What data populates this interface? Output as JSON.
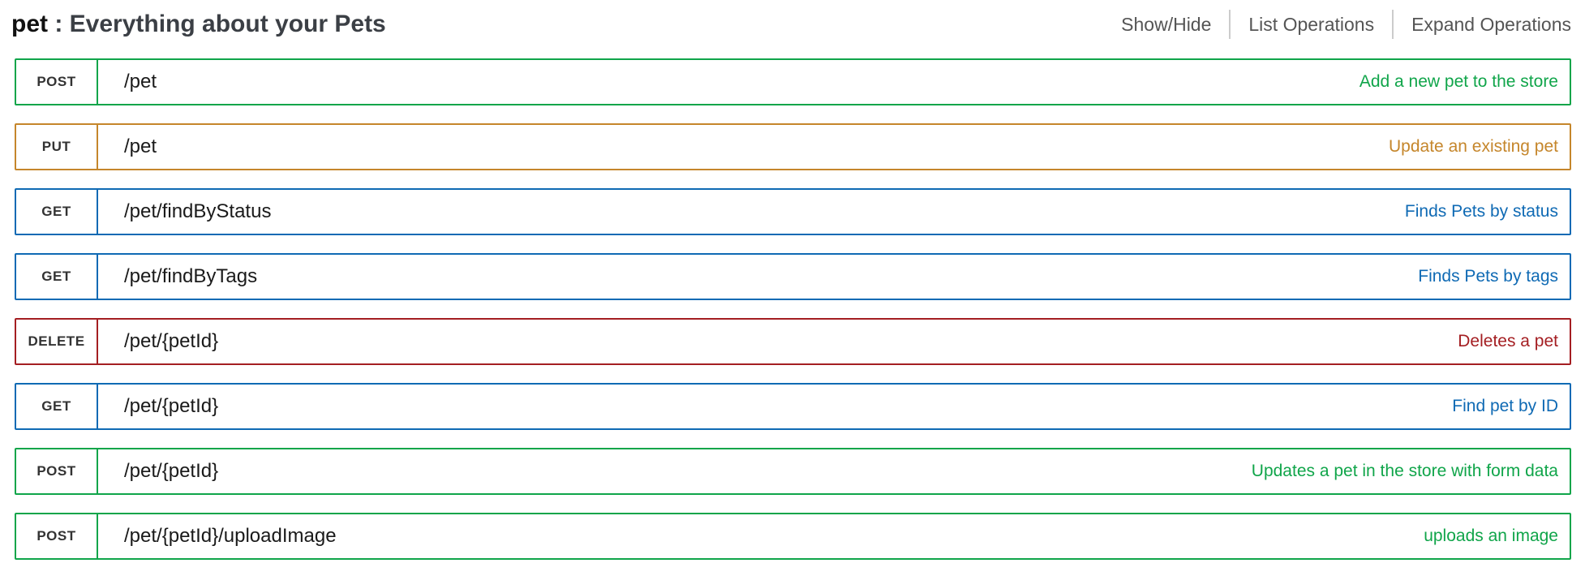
{
  "header": {
    "tag": "pet",
    "separator": " : ",
    "description": "Everything about your Pets",
    "links": {
      "show_hide": "Show/Hide",
      "list_operations": "List Operations",
      "expand_operations": "Expand Operations"
    }
  },
  "colors": {
    "get": "#0f6ab4",
    "post": "#10a54a",
    "put": "#c5862b",
    "delete": "#a41e22",
    "link_gray": "#555555",
    "divider_gray": "#cccccc"
  },
  "endpoints": [
    {
      "method": "POST",
      "path": "/pet",
      "summary": "Add a new pet to the store"
    },
    {
      "method": "PUT",
      "path": "/pet",
      "summary": "Update an existing pet"
    },
    {
      "method": "GET",
      "path": "/pet/findByStatus",
      "summary": "Finds Pets by status"
    },
    {
      "method": "GET",
      "path": "/pet/findByTags",
      "summary": "Finds Pets by tags"
    },
    {
      "method": "DELETE",
      "path": "/pet/{petId}",
      "summary": "Deletes a pet"
    },
    {
      "method": "GET",
      "path": "/pet/{petId}",
      "summary": "Find pet by ID"
    },
    {
      "method": "POST",
      "path": "/pet/{petId}",
      "summary": "Updates a pet in the store with form data"
    },
    {
      "method": "POST",
      "path": "/pet/{petId}/uploadImage",
      "summary": "uploads an image"
    }
  ]
}
